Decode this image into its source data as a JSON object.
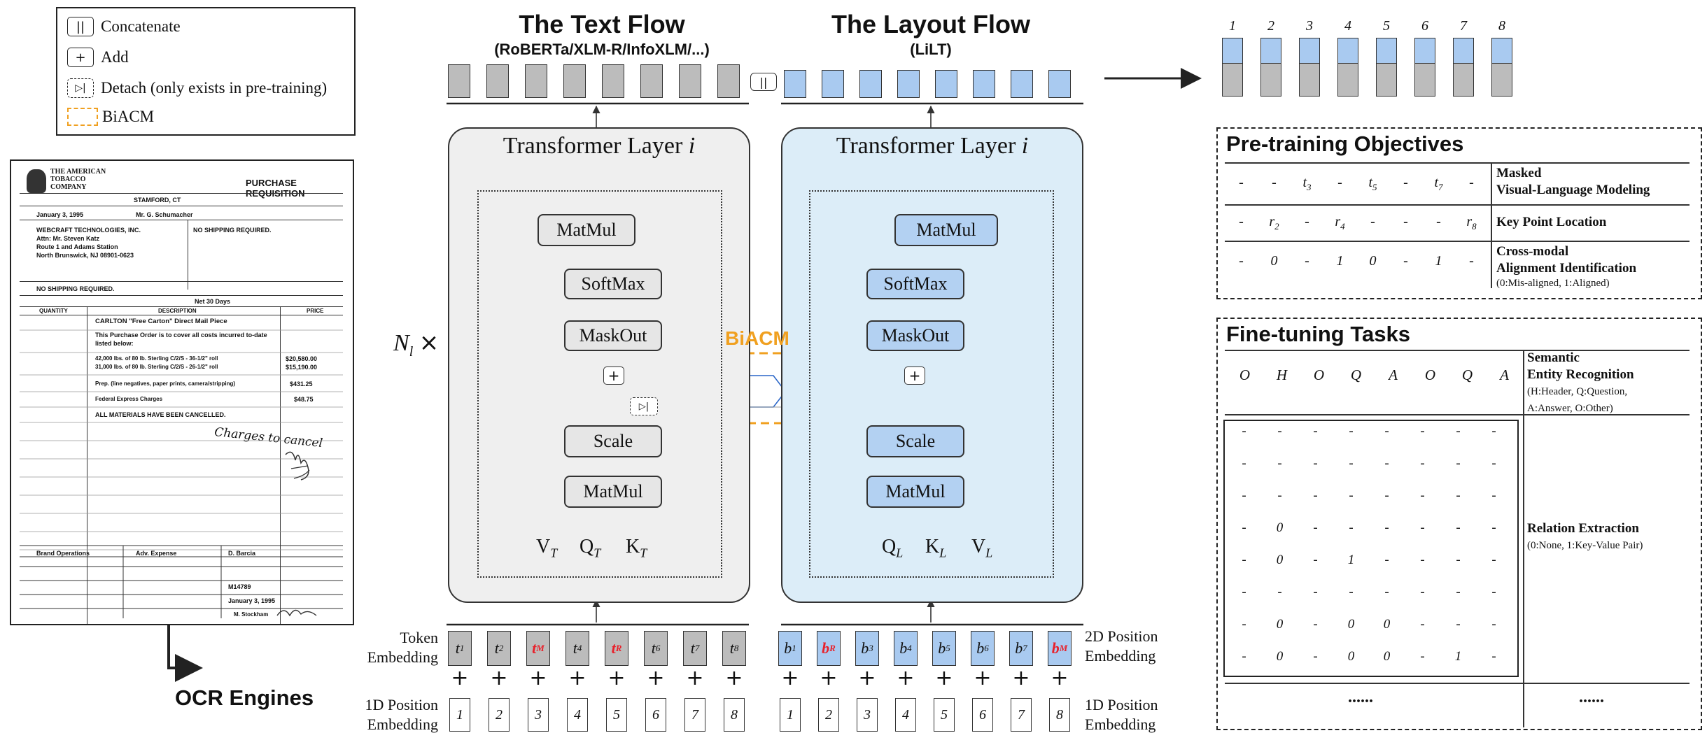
{
  "legend": {
    "concat_symbol": "||",
    "concat_label": "Concatenate",
    "add_symbol": "+",
    "add_label": "Add",
    "detach_symbol": "▷|",
    "detach_label": "Detach (only exists in pre-training)",
    "biacm_label": "BiACM"
  },
  "document": {
    "company": "THE AMERICAN TOBACCO COMPANY",
    "form_title": "PURCHASE REQUISITION",
    "location": "STAMFORD, CT",
    "date": "January 3, 1995",
    "requested_by": "Mr. G. Schumacher",
    "supplier_lines": [
      "WEBCRAFT TECHNOLOGIES, INC.",
      "Attn: Mr. Steven Katz",
      "Route 1 and Adams Station",
      "North Brunswick, NJ 08901-0623"
    ],
    "ship_to": "NO SHIPPING REQUIRED.",
    "shipment": "NO SHIPPING REQUIRED.",
    "terms": "Net 30 Days",
    "col_quantity": "QUANTITY",
    "col_description": "DESCRIPTION",
    "col_price": "PRICE",
    "item_title": "CARLTON \"Free Carton\" Direct Mail Piece",
    "body_lines": [
      "This Purchase Order is to cover all costs incurred to-date",
      "listed below:"
    ],
    "items": [
      {
        "desc": "42,000 lbs. of 80 lb. Sterling C/2/S - 36-1/2\" roll",
        "price": "$20,580.00"
      },
      {
        "desc": "31,000 lbs. of 80 lb. Sterling C/2/S - 26-1/2\" roll",
        "price": "$15,190.00"
      },
      {
        "desc": "Prep. (line negatives, paper prints, camera/stripping)",
        "price": "$431.25"
      },
      {
        "desc": "Federal Express Charges",
        "price": "$48.75"
      }
    ],
    "cancel_note": "ALL MATERIALS HAVE BEEN CANCELLED.",
    "handwriting": "Charges to cancel",
    "dept": "Brand Operations",
    "account": "Adv. Expense",
    "copies": "D. Barcia",
    "po_number": "M14789",
    "po_date": "January 3, 1995",
    "buyer": "M. Stockham"
  },
  "ocr_label": "OCR Engines",
  "text_flow": {
    "title": "The Text Flow",
    "subtitle": "(RoBERTa/XLM-R/InfoXLM/...)"
  },
  "layout_flow": {
    "title": "The Layout Flow",
    "subtitle": "(LiLT)"
  },
  "concat_symbol": "||",
  "nl_label": "N",
  "nl_sub": "l",
  "nl_times": "×",
  "text_layer": {
    "title": "Transformer Layer ",
    "title_i": "i",
    "ops": [
      "MatMul",
      "SoftMax",
      "MaskOut",
      "Scale",
      "MatMul"
    ],
    "inputs": [
      {
        "base": "V",
        "sub": "T"
      },
      {
        "base": "Q",
        "sub": "T"
      },
      {
        "base": "K",
        "sub": "T"
      }
    ]
  },
  "layout_layer": {
    "title": "Transformer Layer ",
    "title_i": "i",
    "ops": [
      "MatMul",
      "SoftMax",
      "MaskOut",
      "Scale",
      "MatMul"
    ],
    "inputs": [
      {
        "base": "Q",
        "sub": "L"
      },
      {
        "base": "K",
        "sub": "L"
      },
      {
        "base": "V",
        "sub": "L"
      }
    ]
  },
  "biacm_label": "BiACM",
  "plus": "+",
  "detach": "▷|",
  "token_embedding_label": [
    "Token",
    "Embedding"
  ],
  "pos2d_label": [
    "2D Position",
    "Embedding"
  ],
  "pos1d_label_left": [
    "1D Position",
    "Embedding"
  ],
  "pos1d_label_right": [
    "1D Position",
    "Embedding"
  ],
  "text_tokens": [
    {
      "base": "t",
      "sub": "1",
      "red": false
    },
    {
      "base": "t",
      "sub": "2",
      "red": false
    },
    {
      "base": "t",
      "sub": "M",
      "red": true
    },
    {
      "base": "t",
      "sub": "4",
      "red": false
    },
    {
      "base": "t",
      "sub": "R",
      "red": true
    },
    {
      "base": "t",
      "sub": "6",
      "red": false
    },
    {
      "base": "t",
      "sub": "7",
      "red": false
    },
    {
      "base": "t",
      "sub": "8",
      "red": false
    }
  ],
  "layout_tokens": [
    {
      "base": "b",
      "sub": "1",
      "red": false
    },
    {
      "base": "b",
      "sub": "R",
      "red": true
    },
    {
      "base": "b",
      "sub": "3",
      "red": false
    },
    {
      "base": "b",
      "sub": "4",
      "red": false
    },
    {
      "base": "b",
      "sub": "5",
      "red": false
    },
    {
      "base": "b",
      "sub": "6",
      "red": false
    },
    {
      "base": "b",
      "sub": "7",
      "red": false
    },
    {
      "base": "b",
      "sub": "M",
      "red": true
    }
  ],
  "positions_1d": [
    "1",
    "2",
    "3",
    "4",
    "5",
    "6",
    "7",
    "8"
  ],
  "output_indices": [
    "1",
    "2",
    "3",
    "4",
    "5",
    "6",
    "7",
    "8"
  ],
  "pretraining": {
    "title": "Pre-training Objectives",
    "rows": [
      {
        "cells": [
          {
            "b": "-"
          },
          {
            "b": "-"
          },
          {
            "b": "t",
            "s": "3"
          },
          {
            "b": "-"
          },
          {
            "b": "t",
            "s": "5"
          },
          {
            "b": "-"
          },
          {
            "b": "t",
            "s": "7"
          },
          {
            "b": "-"
          }
        ],
        "label": [
          "Masked",
          "Visual-Language Modeling"
        ],
        "note": ""
      },
      {
        "cells": [
          {
            "b": "-"
          },
          {
            "b": "r",
            "s": "2"
          },
          {
            "b": "-"
          },
          {
            "b": "r",
            "s": "4"
          },
          {
            "b": "-"
          },
          {
            "b": "-"
          },
          {
            "b": "-"
          },
          {
            "b": "r",
            "s": "8"
          }
        ],
        "label": [
          "Key Point Location"
        ],
        "note": ""
      },
      {
        "cells": [
          {
            "b": "-"
          },
          {
            "b": "0"
          },
          {
            "b": "-"
          },
          {
            "b": "1"
          },
          {
            "b": "0"
          },
          {
            "b": "-"
          },
          {
            "b": "1"
          },
          {
            "b": "-"
          }
        ],
        "label": [
          "Cross-modal",
          "Alignment Identification"
        ],
        "note": "(0:Mis-aligned, 1:Aligned)"
      }
    ]
  },
  "finetuning": {
    "title": "Fine-tuning Tasks",
    "ser_cells": [
      "O",
      "H",
      "O",
      "Q",
      "A",
      "O",
      "Q",
      "A"
    ],
    "ser_label": [
      "Semantic",
      "Entity Recognition"
    ],
    "ser_note": [
      "(H:Header, Q:Question,",
      " A:Answer, O:Other)"
    ],
    "re_rows": [
      [
        "-",
        "-",
        "-",
        "-",
        "-",
        "-",
        "-",
        "-"
      ],
      [
        "-",
        "-",
        "-",
        "-",
        "-",
        "-",
        "-",
        "-"
      ],
      [
        "-",
        "-",
        "-",
        "-",
        "-",
        "-",
        "-",
        "-"
      ],
      [
        "-",
        "0",
        "-",
        "-",
        "-",
        "-",
        "-",
        "-"
      ],
      [
        "-",
        "0",
        "-",
        "1",
        "-",
        "-",
        "-",
        "-"
      ],
      [
        "-",
        "-",
        "-",
        "-",
        "-",
        "-",
        "-",
        "-"
      ],
      [
        "-",
        "0",
        "-",
        "0",
        "0",
        "-",
        "-",
        "-"
      ],
      [
        "-",
        "0",
        "-",
        "0",
        "0",
        "-",
        "1",
        "-"
      ]
    ],
    "re_label": "Relation Extraction",
    "re_note": "(0:None, 1:Key-Value Pair)",
    "ellipsis_left": "......",
    "ellipsis_right": "......"
  }
}
